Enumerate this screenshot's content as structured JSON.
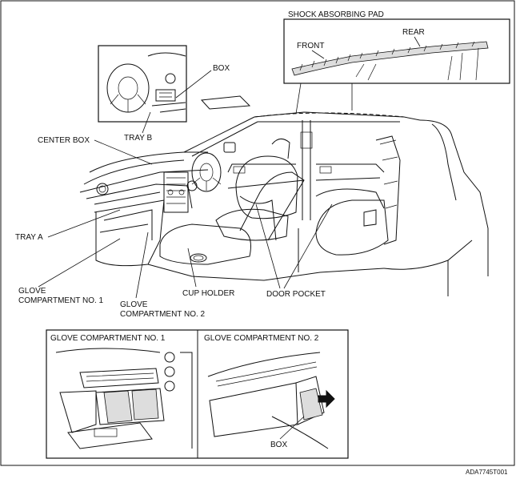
{
  "labels": {
    "shock_absorbing_pad": "SHOCK ABSORBING PAD",
    "front": "FRONT",
    "rear": "REAR",
    "box": "BOX",
    "tray_b": "TRAY B",
    "center_box": "CENTER BOX",
    "tray_a": "TRAY A",
    "glove_1_line1": "GLOVE",
    "glove_1_line2": "COMPARTMENT NO. 1",
    "glove_2_line1": "GLOVE",
    "glove_2_line2": "COMPARTMENT NO. 2",
    "cup_holder": "CUP HOLDER",
    "door_pocket": "DOOR POCKET"
  },
  "inset_bottom": {
    "left_title": "GLOVE COMPARTMENT NO. 1",
    "right_title": "GLOVE COMPARTMENT NO. 2",
    "box": "BOX"
  },
  "figure_code": "ADA7745T001"
}
